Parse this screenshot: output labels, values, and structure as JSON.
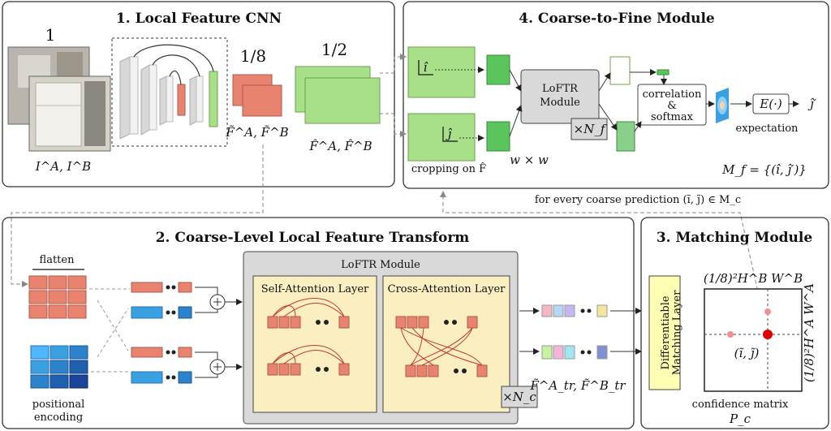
{
  "panels": {
    "cnn": {
      "title": "1. Local Feature CNN"
    },
    "c2f": {
      "title": "4. Coarse-to-Fine Module"
    },
    "transform": {
      "title": "2. Coarse-Level Local Feature Transform"
    },
    "matching": {
      "title": "3. Matching Module"
    }
  },
  "cnn": {
    "scale_full": "1",
    "scale_eighth": "1/8",
    "scale_half": "1/2",
    "input_label": "I^A, I^B",
    "coarse_label": "F̃^A, F̃^B",
    "fine_label": "F̂^A, F̂^B"
  },
  "c2f": {
    "crop_i": "î",
    "crop_j": "ĵ",
    "module_line1": "LoFTR",
    "module_line2": "Module",
    "repeat": "×N_f",
    "window": "w × w",
    "corr_line1": "correlation",
    "corr_line2": "&",
    "corr_line3": "softmax",
    "expect_op": "E(·)",
    "output": "ĵ′",
    "expectation": "expectation",
    "cropping": "cropping on F̂",
    "match_set": "M_f = {(î, ĵ′)}"
  },
  "connector_text": "for every coarse prediction (ĩ, j̃) ∈ M_c",
  "transform": {
    "flatten": "flatten",
    "pos_line1": "positional",
    "pos_line2": "encoding",
    "module_title": "LoFTR Module",
    "self_attn": "Self-Attention Layer",
    "cross_attn": "Cross-Attention Layer",
    "repeat": "×N_c",
    "output_label": "F̃^A_tr, F̃^B_tr"
  },
  "matching": {
    "layer_line1": "Differentiable",
    "layer_line2": "Matching Layer",
    "top_dim": "(1/8)²H^B W^B",
    "side_dim": "(1/8)²H^A W^A",
    "point": "(ĩ, j̃)",
    "conf_line1": "confidence matrix",
    "conf_line2": "P_c"
  },
  "colors": {
    "coarse": "#e8836f",
    "fine": "#a8e08a",
    "panel": "#d9d9d9",
    "attention": "#fbeec1",
    "matching": "#ffffb3",
    "blue": "#3aa0e0"
  }
}
